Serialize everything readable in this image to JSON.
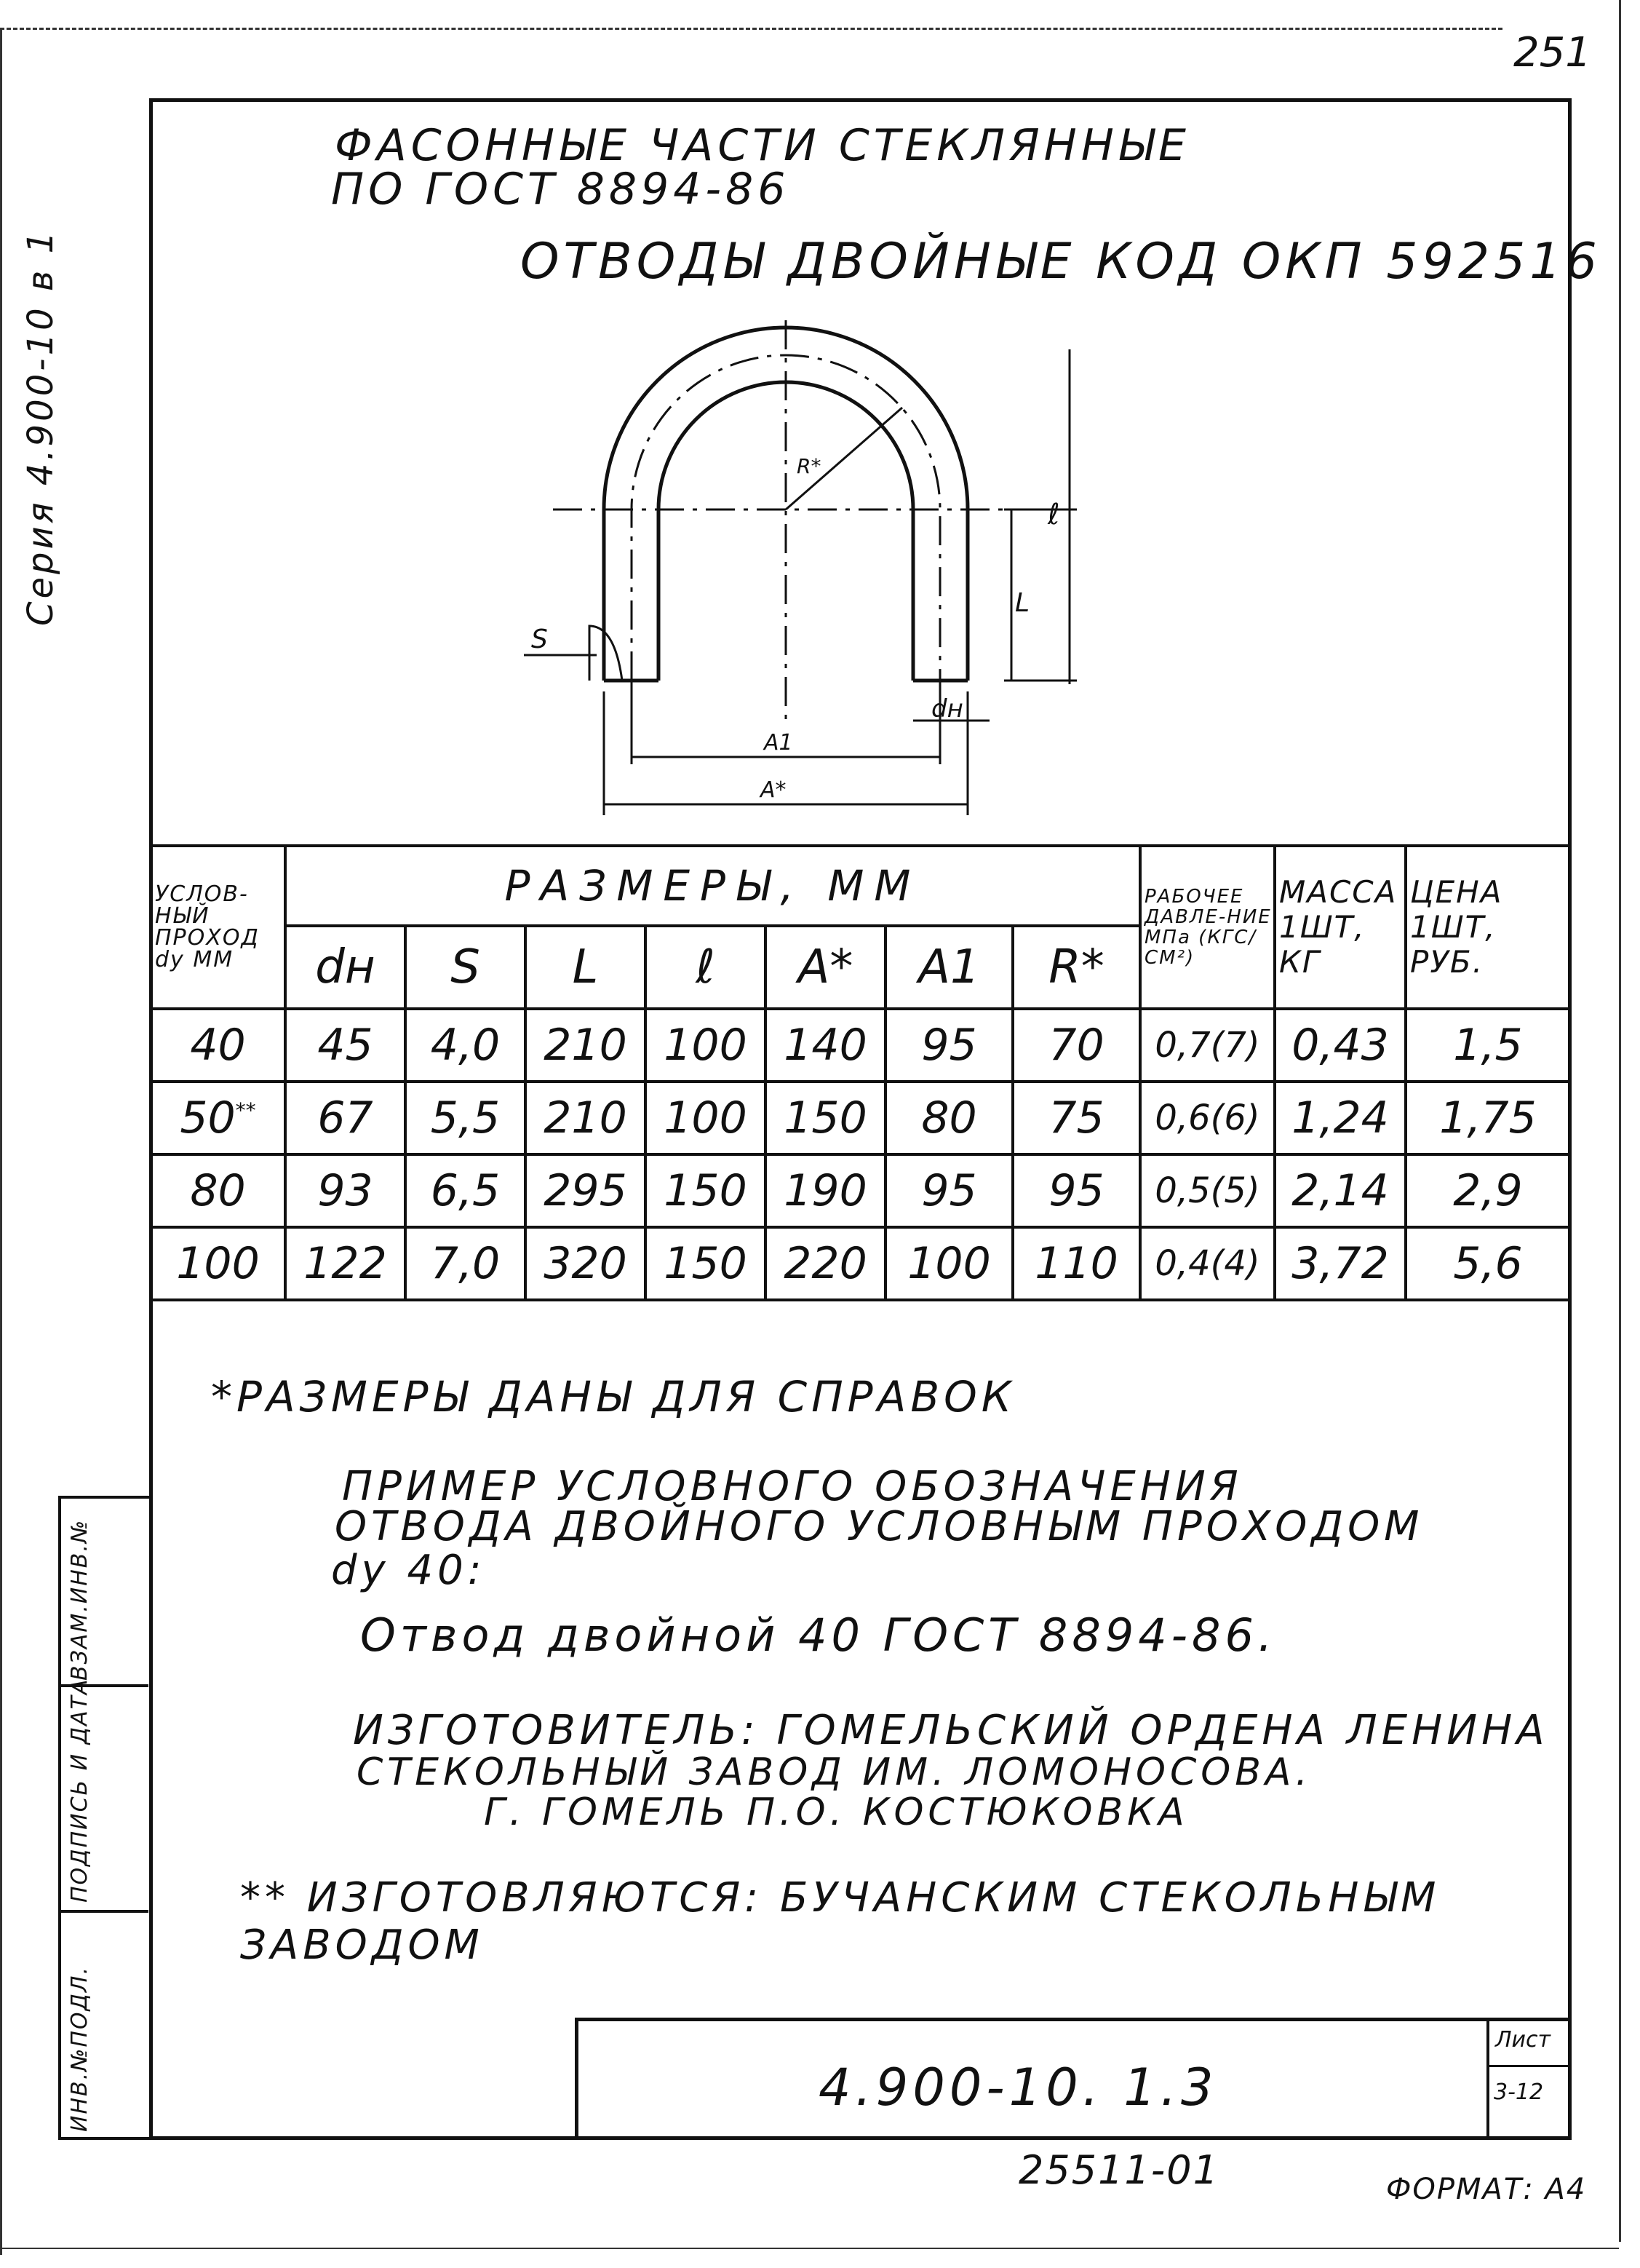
{
  "page_number": "251",
  "side_label": "Серия 4.900-10   в 1",
  "header": {
    "line1": "ФАСОННЫЕ ЧАСТИ  СТЕКЛЯННЫЕ",
    "line2": "ПО ГОСТ 8894-86",
    "subtitle": "ОТВОДЫ  ДВОЙНЫЕ  КОД ОКП 592516"
  },
  "drawing_labels": {
    "radius": "R*",
    "l_small": "ℓ",
    "L": "L",
    "wall": "S",
    "dn": "dн",
    "a1": "A1",
    "a": "A*"
  },
  "table": {
    "headers": {
      "passage": "УСЛОВ-НЫЙ ПРОХОД dу ММ",
      "sizes": "РАЗМЕРЫ, ММ",
      "pressure": "РАБОЧЕЕ ДАВЛЕ-НИЕ МПа (КГС/СМ²)",
      "mass": "МАССА 1ШТ, КГ",
      "price": "ЦЕНА 1ШТ, РУБ."
    },
    "size_symbols": [
      "dн",
      "S",
      "L",
      "ℓ",
      "A*",
      "A1",
      "R*"
    ],
    "rows": [
      {
        "du": "40",
        "mark": "",
        "dn": "45",
        "s": "4,0",
        "L": "210",
        "l": "100",
        "a": "140",
        "a1": "95",
        "r": "70",
        "p": "0,7(7)",
        "m": "0,43",
        "c": "1,5"
      },
      {
        "du": "50",
        "mark": "**",
        "dn": "67",
        "s": "5,5",
        "L": "210",
        "l": "100",
        "a": "150",
        "a1": "80",
        "r": "75",
        "p": "0,6(6)",
        "m": "1,24",
        "c": "1,75"
      },
      {
        "du": "80",
        "mark": "",
        "dn": "93",
        "s": "6,5",
        "L": "295",
        "l": "150",
        "a": "190",
        "a1": "95",
        "r": "95",
        "p": "0,5(5)",
        "m": "2,14",
        "c": "2,9"
      },
      {
        "du": "100",
        "mark": "",
        "dn": "122",
        "s": "7,0",
        "L": "320",
        "l": "150",
        "a": "220",
        "a1": "100",
        "r": "110",
        "p": "0,4(4)",
        "m": "3,72",
        "c": "5,6"
      }
    ]
  },
  "notes": {
    "reference": "*РАЗМЕРЫ ДАНЫ ДЛЯ СПРАВОК",
    "example_1": "ПРИМЕР  УСЛОВНОГО  ОБОЗНАЧЕНИЯ",
    "example_2": "ОТВОДА  ДВОЙНОГО  УСЛОВНЫМ  ПРОХОДОМ",
    "example_3": "dу 40:",
    "example_4": "Отвод  двойной  40  ГОСТ  8894-86.",
    "maker_1": "ИЗГОТОВИТЕЛЬ:  ГОМЕЛЬСКИЙ  ОРДЕНА ЛЕНИНА",
    "maker_2": "СТЕКОЛЬНЫЙ   ЗАВОД   ИМ. ЛОМОНОСОВА.",
    "maker_3": "Г. ГОМЕЛЬ   П.О.   КОСТЮКОВКА",
    "maker_4": "** ИЗГОТОВЛЯЮТСЯ:  БУЧАНСКИМ  СТЕКОЛЬНЫМ  ЗАВОДОМ"
  },
  "side_strip": {
    "cell1": "ВЗАМ.ИНВ.№",
    "cell2": "ПОДПИСЬ И ДАТА",
    "cell3": "ИНВ.№ПОДЛ."
  },
  "title_block": {
    "code": "4.900-10. 1.3",
    "sheet_label": "Лист",
    "sheet_value": "3-12"
  },
  "footer": {
    "stamp": "25511-01",
    "format": "ФОРМАТ: А4"
  }
}
